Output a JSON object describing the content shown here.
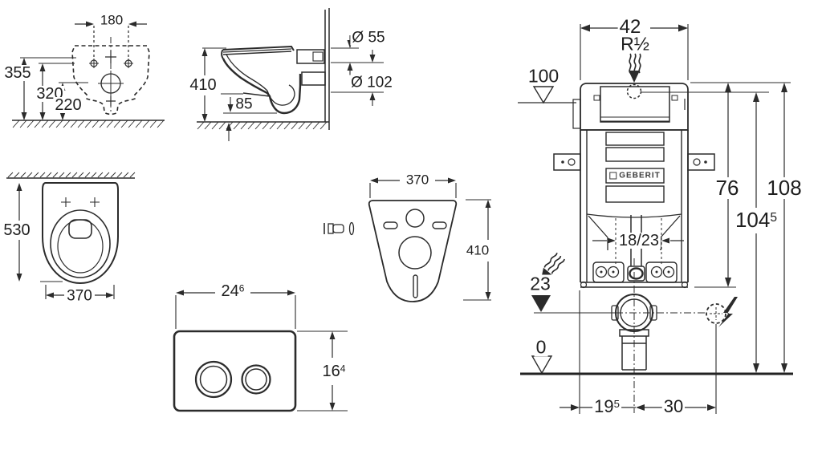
{
  "page": {
    "background": "#ffffff",
    "line_color": "#2b2b2b"
  },
  "views": {
    "rear": {
      "dims": {
        "width_top": "180",
        "height_total": "355",
        "height_mid": "320",
        "height_low": "220"
      }
    },
    "side": {
      "dims": {
        "height": "410",
        "bowl_edge": "85",
        "flush_connection": "Ø 55",
        "outlet_connection": "Ø 102"
      }
    },
    "top": {
      "dims": {
        "depth": "530",
        "width": "370"
      }
    },
    "pad": {
      "dims": {
        "width": "370",
        "height": "410"
      }
    },
    "plate": {
      "dims": {
        "width": {
          "main": "24",
          "sup": "6"
        },
        "height": {
          "main": "16",
          "sup": "4"
        }
      }
    },
    "install": {
      "brand": "GEBERIT",
      "dims": {
        "width": "42",
        "supply": "R½",
        "level_top": "100",
        "height_frame": "76",
        "height_total": "108",
        "height_mid": {
          "main": "104",
          "sup": "5"
        },
        "outlet_offset": "18/23",
        "level_outlet": "23",
        "level_floor": "0",
        "bottom_left": {
          "main": "19",
          "sup": "5"
        },
        "bottom_right": "30"
      }
    }
  }
}
